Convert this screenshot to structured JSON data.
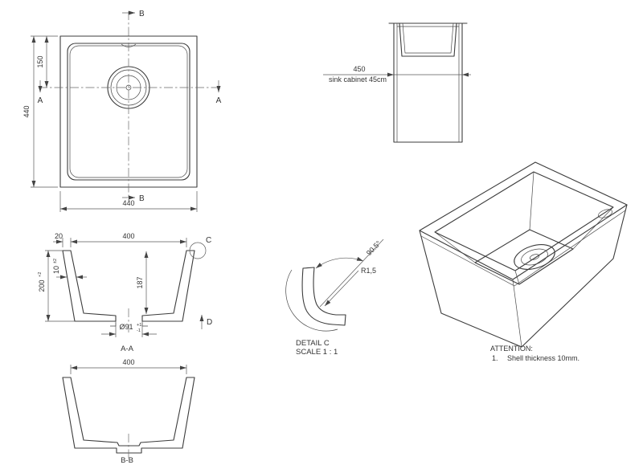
{
  "drawing": {
    "plan": {
      "dim_overall_width": "440",
      "dim_overall_height": "440",
      "dim_drain_offset": "150",
      "section_b_label": "B",
      "section_a_label": "A"
    },
    "cabinet": {
      "dim_width": "450",
      "caption": "sink cabinet 45cm"
    },
    "section_aa": {
      "title": "A-A",
      "dim_inner_width": "400",
      "dim_rim": "20",
      "dim_depth": "200",
      "dim_depth_tol": "+2",
      "dim_shell": "10",
      "dim_shell_tol": "±2",
      "dim_inner_depth": "187",
      "dim_drain": "Ø91",
      "dim_drain_tol_upper": "+1",
      "dim_drain_tol_lower": "-1",
      "detail_marker": "C",
      "direction_marker": "D"
    },
    "detail_c": {
      "title": "DETAIL C",
      "scale": "SCALE 1 : 1",
      "radius_label": "R1,5",
      "angle_label": "90.5°"
    },
    "section_bb": {
      "title": "B-B",
      "dim_inner_width": "400"
    },
    "attention": {
      "heading": "ATTENTION:",
      "note_number": "1.",
      "note_text": "Shell thickness 10mm."
    }
  }
}
